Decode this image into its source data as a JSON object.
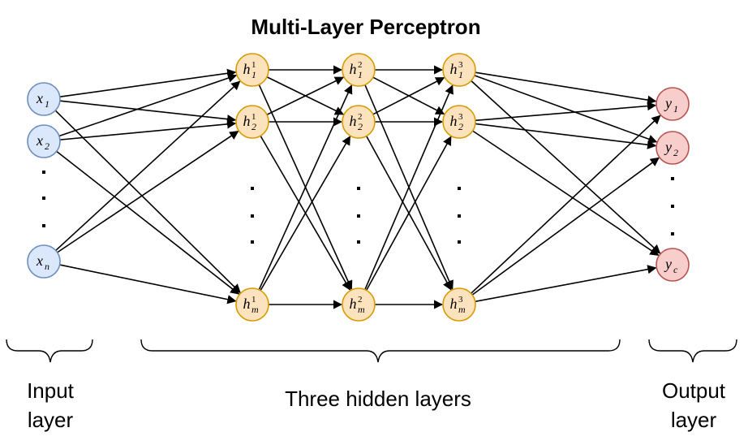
{
  "title": "Multi-Layer Perceptron",
  "colors": {
    "input_fill": "#dbe8fb",
    "input_stroke": "#6c8ebf",
    "hidden_fill": "#fde3bd",
    "hidden_stroke": "#d79b00",
    "output_fill": "#f8cecc",
    "output_stroke": "#b85450",
    "edge": "#000000"
  },
  "layers": [
    {
      "id": "input",
      "nodes": [
        {
          "base": "x",
          "sub": "1",
          "sup": ""
        },
        {
          "base": "x",
          "sub": "2",
          "sup": ""
        },
        {
          "base": "x",
          "sub": "n",
          "sup": ""
        }
      ]
    },
    {
      "id": "hidden1",
      "nodes": [
        {
          "base": "h",
          "sub": "1",
          "sup": "1"
        },
        {
          "base": "h",
          "sub": "2",
          "sup": "1"
        },
        {
          "base": "h",
          "sub": "m",
          "sup": "1"
        }
      ]
    },
    {
      "id": "hidden2",
      "nodes": [
        {
          "base": "h",
          "sub": "1",
          "sup": "2"
        },
        {
          "base": "h",
          "sub": "2",
          "sup": "2"
        },
        {
          "base": "h",
          "sub": "m",
          "sup": "2"
        }
      ]
    },
    {
      "id": "hidden3",
      "nodes": [
        {
          "base": "h",
          "sub": "1",
          "sup": "3"
        },
        {
          "base": "h",
          "sub": "2",
          "sup": "3"
        },
        {
          "base": "h",
          "sub": "m",
          "sup": "3"
        }
      ]
    },
    {
      "id": "output",
      "nodes": [
        {
          "base": "y",
          "sub": "1",
          "sup": ""
        },
        {
          "base": "y",
          "sub": "2",
          "sup": ""
        },
        {
          "base": "y",
          "sub": "c",
          "sup": ""
        }
      ]
    }
  ],
  "captions": {
    "input": [
      "Input",
      "layer"
    ],
    "hidden": [
      "Three hidden layers"
    ],
    "output": [
      "Output",
      "layer"
    ]
  }
}
